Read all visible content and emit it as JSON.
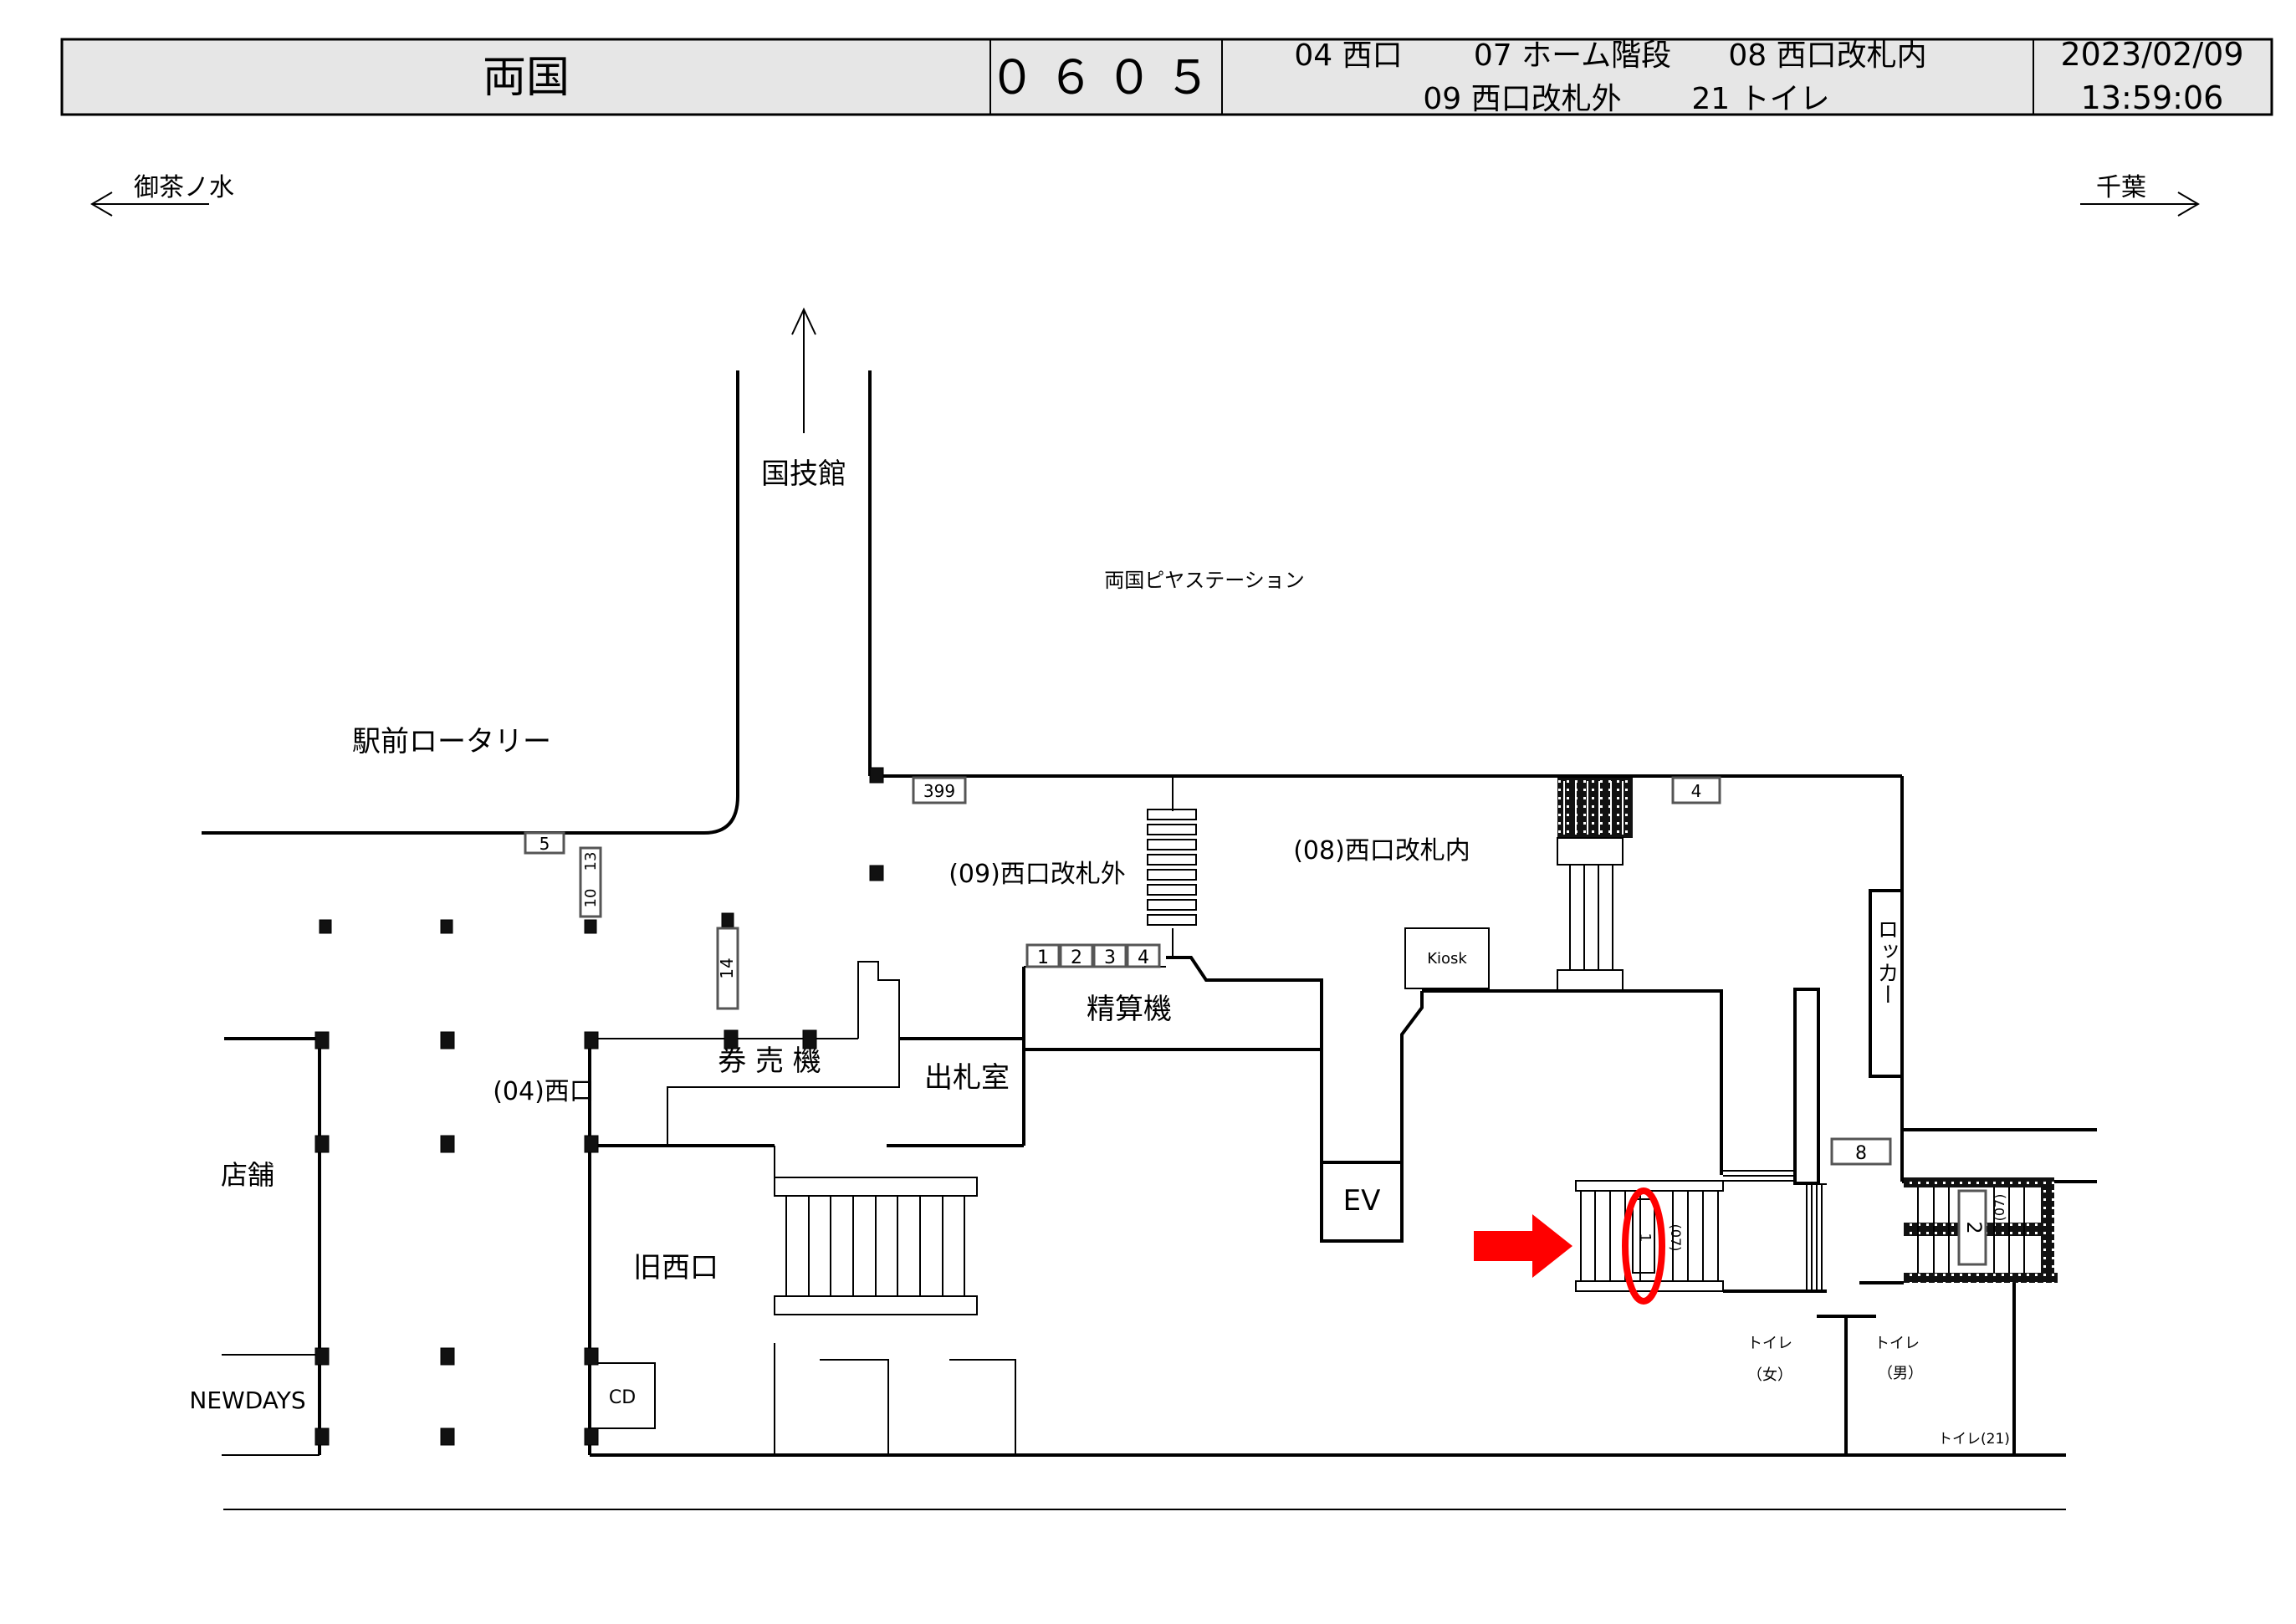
{
  "header": {
    "station_name": "両国",
    "station_code": "０６０５",
    "legend_line1": [
      "04 西口",
      "07 ホーム階段",
      "08 西口改札内"
    ],
    "legend_line2": [
      "09 西口改札外",
      "21 トイレ"
    ],
    "date": "2023/02/09",
    "time": "13:59:06"
  },
  "directions": {
    "left": "御茶ノ水",
    "right": "千葉",
    "up": "国技館"
  },
  "areas": {
    "rotary": "駅前ロータリー",
    "pier_station": "両国ピヤステーション",
    "west_exit": "(04)西口",
    "outside_gate": "(09)西口改札外",
    "inside_gate": "(08)西口改札内",
    "ticket_machines": "券 売 機",
    "fare_adjust": "精算機",
    "ticket_office": "出札室",
    "old_west_exit": "旧西口",
    "shop": "店舗",
    "newdays": "NEWDAYS",
    "cd": "CD",
    "kiosk": "Kiosk",
    "ev": "EV",
    "locker": "ロッカー",
    "toilet_f_1": "トイレ",
    "toilet_f_2": "（女）",
    "toilet_m_1": "トイレ",
    "toilet_m_2": "（男）",
    "toilet_21": "トイレ(21)"
  },
  "boards": {
    "b399": "399",
    "b5": "5",
    "b13": "13",
    "b10": "10",
    "b14": "14",
    "b4": "4",
    "b8": "8",
    "machines": [
      "1",
      "2",
      "3",
      "4"
    ],
    "stair1_board": "1",
    "stair1_code": "(07)",
    "stair2_board": "2",
    "stair2_code": "(07)"
  },
  "highlight": {
    "color": "#ff0000",
    "target": "1"
  }
}
